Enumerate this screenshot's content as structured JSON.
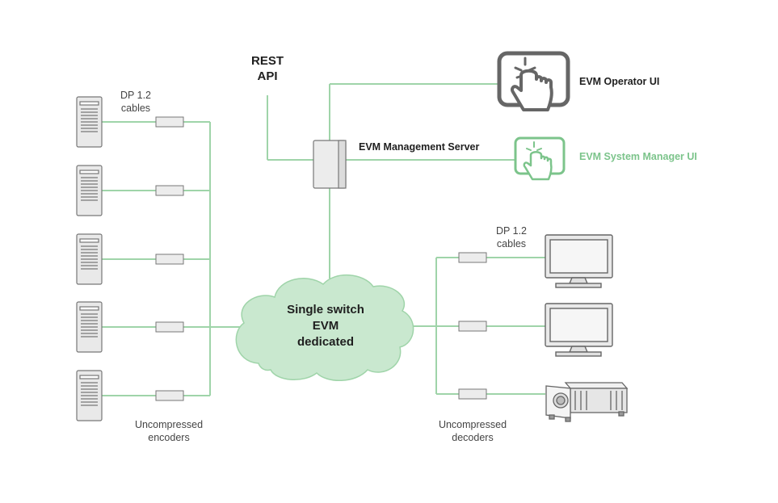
{
  "rest_api": {
    "line1": "REST",
    "line2": "API"
  },
  "management_server": {
    "label": "EVM Management Server"
  },
  "operator_ui": {
    "label": "EVM Operator UI"
  },
  "system_manager_ui": {
    "label": "EVM System Manager UI"
  },
  "cloud": {
    "line1": "Single switch",
    "line2": "EVM",
    "line3": "dedicated"
  },
  "encoders": {
    "cable_line1": "DP 1.2",
    "cable_line2": "cables",
    "caption_line1": "Uncompressed",
    "caption_line2": "encoders",
    "icons": [
      "server-tower-icon",
      "server-tower-icon",
      "server-tower-icon",
      "server-tower-icon",
      "server-tower-icon"
    ]
  },
  "decoders": {
    "cable_line1": "DP 1.2",
    "cable_line2": "cables",
    "caption_line1": "Uncompressed",
    "caption_line2": "decoders",
    "icons": [
      "monitor-icon",
      "monitor-icon",
      "projector-icon"
    ]
  },
  "colors": {
    "line": "#9fd4a9",
    "cloud_fill": "#c9e8cf",
    "cloud_stroke": "#9fd4a9",
    "dark_icon": "#666666",
    "green_icon": "#7cc48b",
    "device_gray": "#e9e9e9"
  }
}
